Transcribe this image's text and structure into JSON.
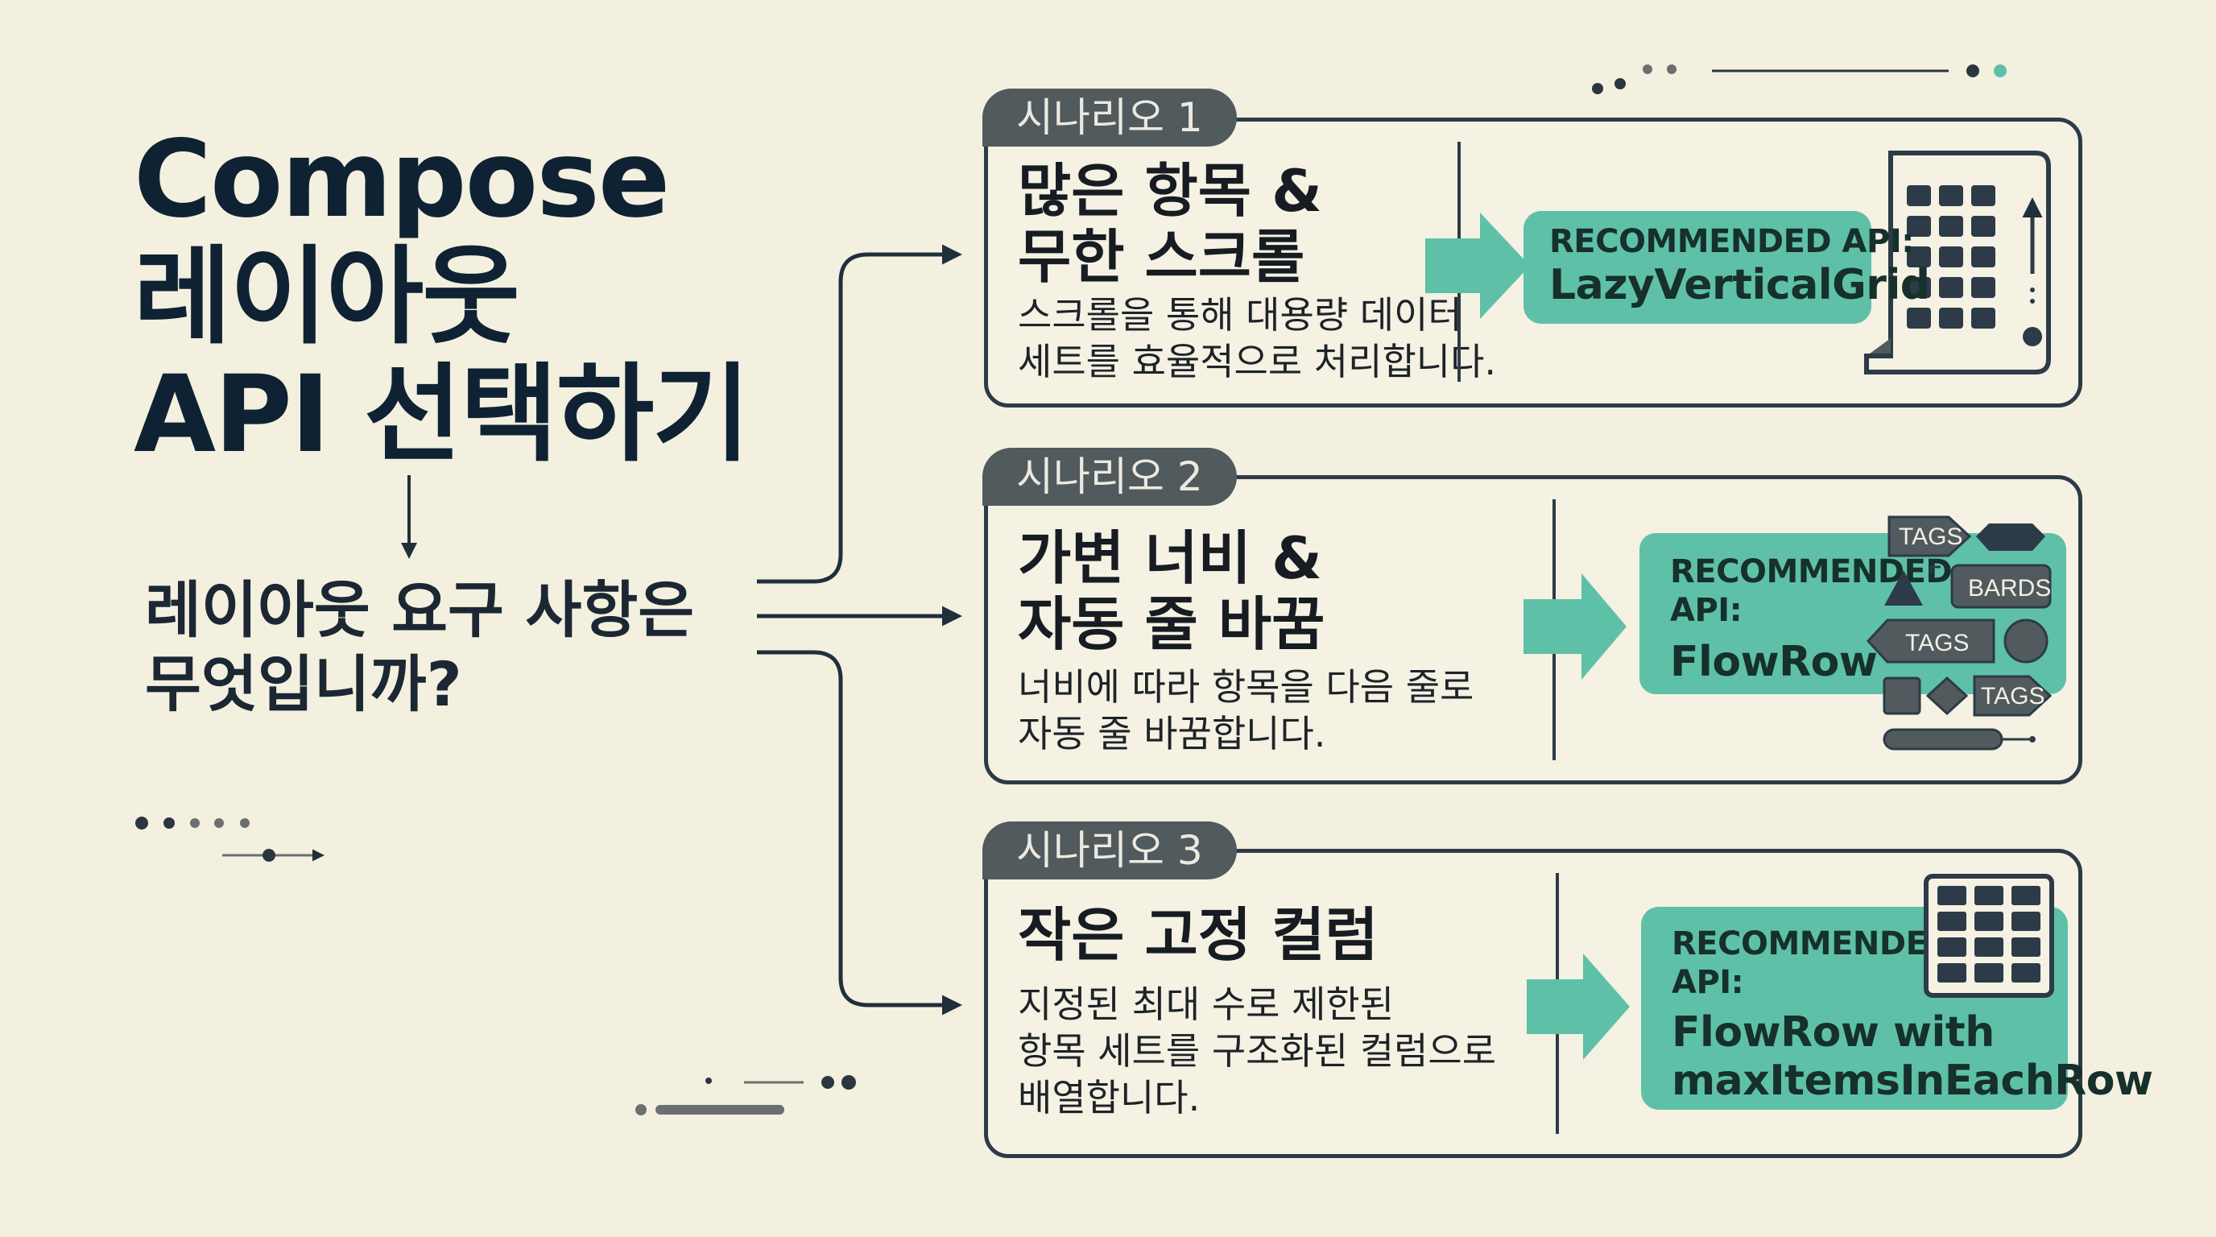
{
  "title": {
    "line1": "Compose",
    "line2": "레이아웃",
    "line3": "API 선택하기"
  },
  "question": {
    "line1": "레이아웃 요구 사항은",
    "line2": "무엇입니까?"
  },
  "scenarios": [
    {
      "tab": "시나리오 1",
      "heading": [
        "많은 항목 &",
        "무한 스크롤"
      ],
      "desc": [
        "스크롤을 통해 대용량 데이터",
        "세트를 효율적으로 처리합니다."
      ],
      "api_label": [
        "RECOMMENDED API:"
      ],
      "api_value": [
        "LazyVerticalGrid"
      ],
      "icon": "scrolling-grid-icon"
    },
    {
      "tab": "시나리오 2",
      "heading": [
        "가변 너비 &",
        "자동 줄 바꿈"
      ],
      "desc": [
        "너비에 따라 항목을 다음 줄로",
        "자동 줄 바꿈합니다."
      ],
      "api_label": [
        "RECOMMENDED",
        "API:"
      ],
      "api_value": [
        "FlowRow"
      ],
      "icon": "wrapping-tags-icon",
      "tag_labels": [
        "TAGS",
        "BARDS",
        "TAGS",
        "TAGS"
      ]
    },
    {
      "tab": "시나리오 3",
      "heading": [
        "작은 고정 컬럼"
      ],
      "desc": [
        "지정된 최대 수로 제한된",
        "항목 세트를 구조화된 컬럼으로",
        "배열합니다."
      ],
      "api_label": [
        "RECOMMENDED",
        "API:"
      ],
      "api_value": [
        "FlowRow with",
        "maxItemsInEachRow"
      ],
      "icon": "fixed-column-grid-icon"
    }
  ],
  "colors": {
    "background": "#f4f0df",
    "accent": "#5fc0a8",
    "dark": "#2c3b47",
    "tab": "#515a5d"
  }
}
